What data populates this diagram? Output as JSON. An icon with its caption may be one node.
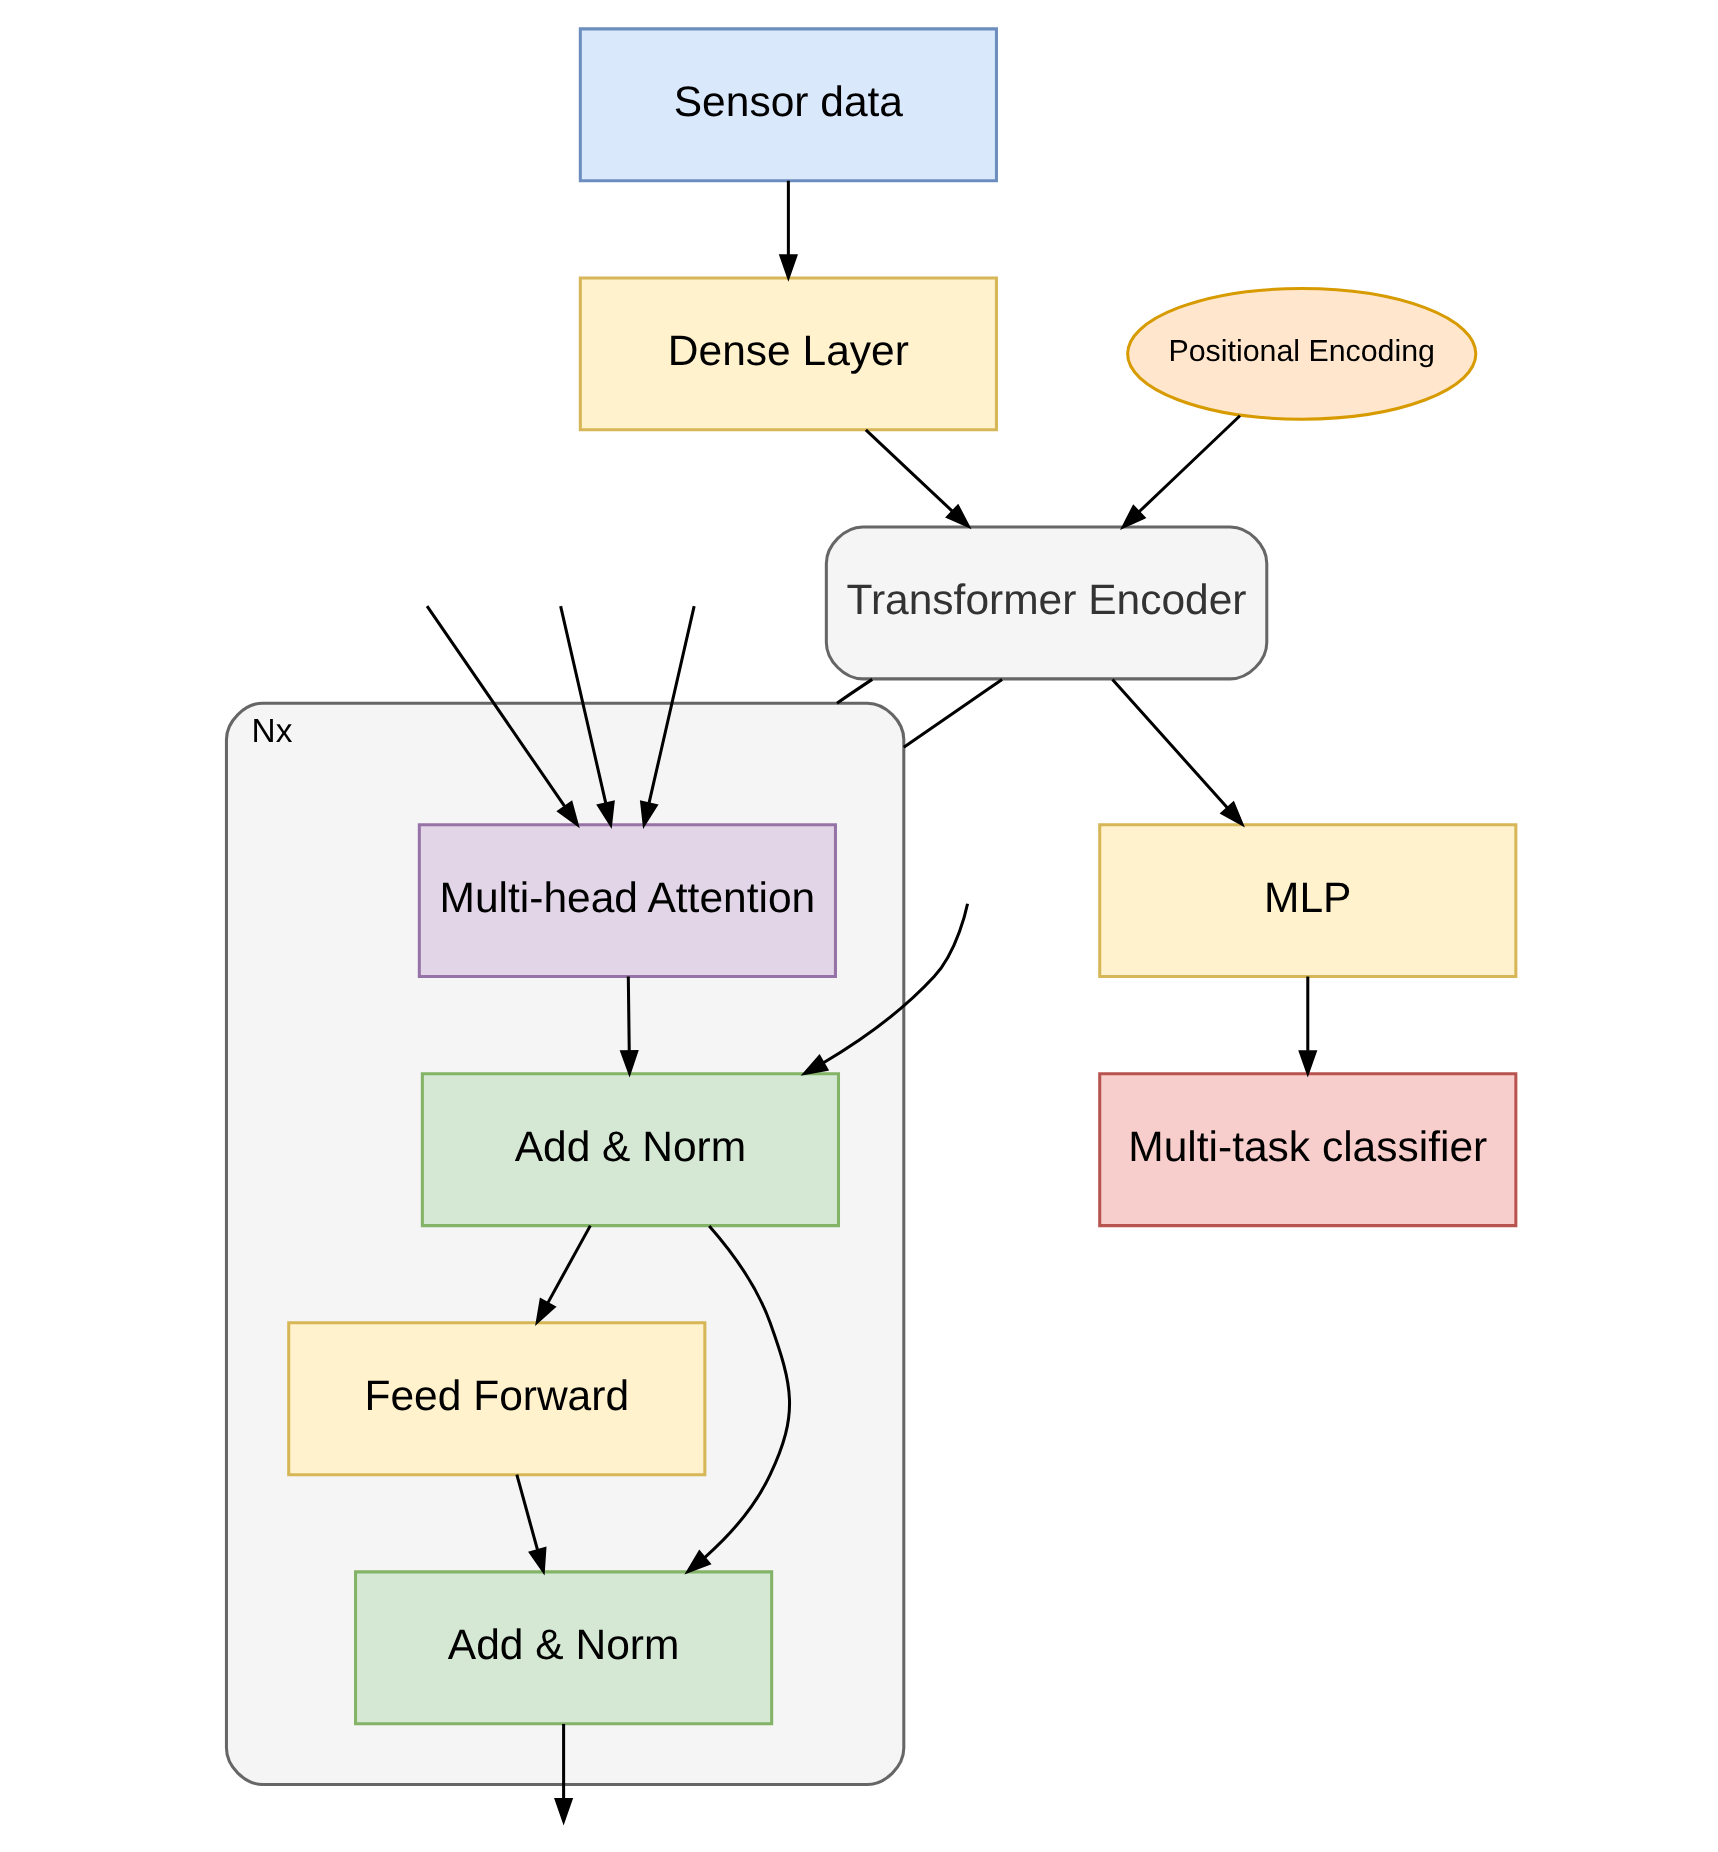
{
  "diagram": {
    "nodes": [
      {
        "text": [
          "Sensor data"
        ]
      },
      {
        "text": [
          "Dense Layer"
        ]
      },
      {
        "text": [
          "Positional Encoding"
        ]
      },
      {
        "text": [
          "Transformer Encoder"
        ]
      },
      {
        "text": [
          "MLP"
        ]
      },
      {
        "text": [
          "Multi-task classifier"
        ]
      },
      {
        "text": [
          "Nx"
        ]
      },
      {
        "text": [
          "Multi-head Attention"
        ],
        "in": 6
      },
      {
        "text": [
          "Add & Norm"
        ],
        "in": 6
      },
      {
        "text": [
          "Feed Forward"
        ],
        "in": 6
      },
      {
        "text": [
          "Add & Norm"
        ],
        "in": 6
      }
    ],
    "edges": [
      {
        "from": 0,
        "to": 1,
        "arrow": "to"
      },
      {
        "from": 1,
        "to": 3,
        "arrow": "to"
      },
      {
        "from": 2,
        "to": 3,
        "arrow": "to"
      },
      {
        "from": 3,
        "to": 4,
        "arrow": "to"
      },
      {
        "from": 4,
        "to": 5,
        "arrow": "to"
      },
      {
        "from": 3,
        "to": 6,
        "arrow": "none"
      },
      {
        "from": 3,
        "to": 6,
        "arrow": "none"
      },
      {
        "from": null,
        "to": 7,
        "arrow": "to"
      },
      {
        "from": null,
        "to": 7,
        "arrow": "to"
      },
      {
        "from": null,
        "to": 7,
        "arrow": "to"
      },
      {
        "from": null,
        "to": 8,
        "arrow": "to"
      },
      {
        "from": 7,
        "to": 8,
        "arrow": "to"
      },
      {
        "from": 8,
        "to": 9,
        "arrow": "to"
      },
      {
        "from": 8,
        "to": 10,
        "arrow": "to"
      },
      {
        "from": 9,
        "to": 10,
        "arrow": "to"
      },
      {
        "from": 10,
        "to": null,
        "arrow": "to"
      }
    ]
  }
}
